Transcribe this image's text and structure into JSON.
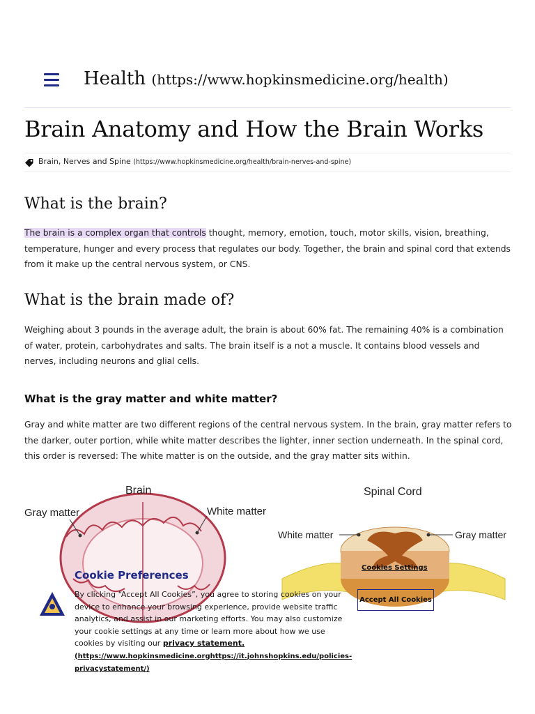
{
  "header": {
    "site_title": "Health",
    "site_url": "(https://www.hopkinsmedicine.org/health)"
  },
  "page_title": "Brain Anatomy and How the Brain Works",
  "tag": {
    "label": "Brain, Nerves and Spine",
    "url": "(https://www.hopkinsmedicine.org/health/brain-nerves-and-spine)"
  },
  "sections": {
    "what_is": {
      "heading": "What is the brain?",
      "highlight": "The brain is a complex organ that controls",
      "body": " thought, memory, emotion, touch, motor skills, vision, breathing, temperature, hunger and every process that regulates our body. Together, the brain and spinal cord that extends from it make up the central nervous system, or CNS."
    },
    "made_of": {
      "heading": "What is the brain made of?",
      "body": "Weighing about 3 pounds in the average adult, the brain is about 60% fat. The remaining 40% is a combination of water, protein, carbohydrates and salts. The brain itself is a not a muscle. It contains blood vessels and nerves, including neurons and glial cells."
    },
    "gray_white": {
      "heading": "What is the gray matter and white matter?",
      "body": "Gray and white matter are two different regions of the central nervous system. In the brain, gray matter refers to the darker, outer portion, while white matter describes the lighter, inner section underneath. In the spinal cord, this order is reversed: The white matter is on the outside, and the gray matter sits within."
    }
  },
  "figure": {
    "brain_title": "Brain",
    "brain_gray": "Gray matter",
    "brain_white": "White matter",
    "cord_title": "Spinal Cord",
    "cord_white": "White matter",
    "cord_gray": "Gray matter"
  },
  "cookie": {
    "title": "Cookie Preferences",
    "text": "By clicking “Accept All Cookies”, you agree to storing cookies on your device to enhance your browsing experience, provide website traffic analytics, and assist in our marketing efforts. You may also customize your cookie settings at any time or learn more about how we use cookies by visiting our ",
    "link_label": "privacy statement.",
    "link_url": "(https://www.hopkinsmedicine.orghttps://it.johnshopkins.edu/policies-privacystatement/)",
    "settings_label": "Cookies Settings",
    "accept_label": "Accept All Cookies"
  },
  "colors": {
    "brand_blue": "#1f2a86",
    "highlight": "#e8d9f7"
  }
}
